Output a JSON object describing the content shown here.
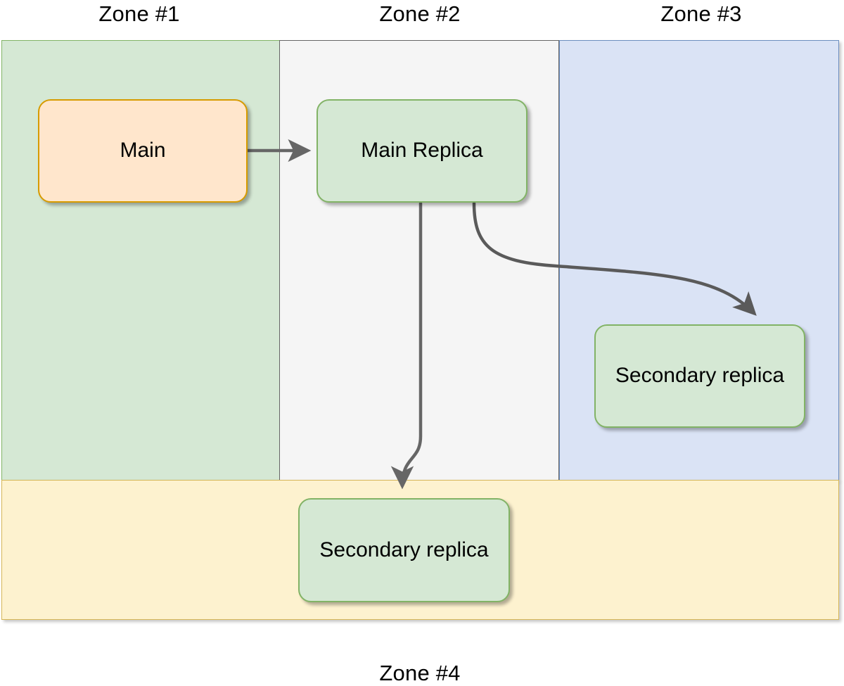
{
  "diagram": {
    "title_present": false,
    "zones": [
      {
        "id": "zone-1",
        "label": "Zone #1",
        "fill": "#d5e8d4",
        "stroke": "#82b366"
      },
      {
        "id": "zone-2",
        "label": "Zone #2",
        "fill": "#f5f5f5",
        "stroke": "#666666"
      },
      {
        "id": "zone-3",
        "label": "Zone #3",
        "fill": "#dae3f5",
        "stroke": "#6c8ebf"
      },
      {
        "id": "zone-4",
        "label": "Zone #4",
        "fill": "#fdf2cf",
        "stroke": "#d6b656"
      }
    ],
    "nodes": [
      {
        "id": "main",
        "label": "Main",
        "zone": "Zone #1",
        "fill": "#ffe6cc",
        "stroke": "#d79b00"
      },
      {
        "id": "main-replica",
        "label": "Main Replica",
        "zone": "Zone #2",
        "fill": "#d5e8d4",
        "stroke": "#82b366"
      },
      {
        "id": "sec-zone3",
        "label": "Secondary replica",
        "zone": "Zone #3",
        "fill": "#d5e8d4",
        "stroke": "#82b366"
      },
      {
        "id": "sec-zone4",
        "label": "Secondary replica",
        "zone": "Zone #4",
        "fill": "#d5e8d4",
        "stroke": "#82b366"
      }
    ],
    "edges": [
      {
        "id": "edge-main-to-main-replica",
        "from": "main",
        "to": "main-replica",
        "style": "straight-arrow",
        "color": "#666666"
      },
      {
        "id": "edge-main-replica-to-sec-zone4",
        "from": "main-replica",
        "to": "sec-zone4",
        "style": "curved-arrow",
        "color": "#666666"
      },
      {
        "id": "edge-main-replica-to-sec-zone3",
        "from": "main-replica",
        "to": "sec-zone3",
        "style": "curved-arrow",
        "color": "#4d4d4d"
      }
    ],
    "colors": {
      "background": "#ffffff",
      "text": "#000000",
      "edge": "#666666"
    }
  }
}
